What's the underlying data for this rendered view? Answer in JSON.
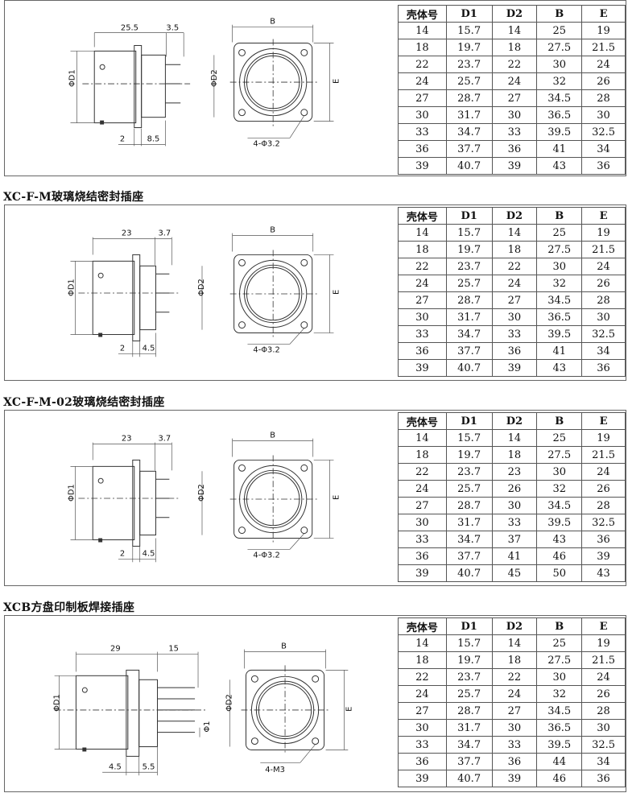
{
  "headers": [
    "壳体号",
    "D1",
    "D2",
    "B",
    "E"
  ],
  "sections": [
    {
      "title": "",
      "dims": {
        "length": "25.5",
        "pin": "3.5",
        "flange": "2",
        "tail": "8.5",
        "diam1": "ΦD1",
        "diam2": "ΦD2",
        "width": "B",
        "height": "E",
        "holes": "4-Φ3.2"
      },
      "rows": [
        [
          "14",
          "15.7",
          "14",
          "25",
          "19"
        ],
        [
          "18",
          "19.7",
          "18",
          "27.5",
          "21.5"
        ],
        [
          "22",
          "23.7",
          "22",
          "30",
          "24"
        ],
        [
          "24",
          "25.7",
          "24",
          "32",
          "26"
        ],
        [
          "27",
          "28.7",
          "27",
          "34.5",
          "28"
        ],
        [
          "30",
          "31.7",
          "30",
          "36.5",
          "30"
        ],
        [
          "33",
          "34.7",
          "33",
          "39.5",
          "32.5"
        ],
        [
          "36",
          "37.7",
          "36",
          "41",
          "34"
        ],
        [
          "39",
          "40.7",
          "39",
          "43",
          "36"
        ]
      ]
    },
    {
      "title": "XC-F-M玻璃烧结密封插座",
      "dims": {
        "length": "23",
        "pin": "3.7",
        "flange": "2",
        "tail": "4.5",
        "diam1": "ΦD1",
        "diam2": "ΦD2",
        "width": "B",
        "height": "E",
        "holes": "4-Φ3.2"
      },
      "rows": [
        [
          "14",
          "15.7",
          "14",
          "25",
          "19"
        ],
        [
          "18",
          "19.7",
          "18",
          "27.5",
          "21.5"
        ],
        [
          "22",
          "23.7",
          "22",
          "30",
          "24"
        ],
        [
          "24",
          "25.7",
          "24",
          "32",
          "26"
        ],
        [
          "27",
          "28.7",
          "27",
          "34.5",
          "28"
        ],
        [
          "30",
          "31.7",
          "30",
          "36.5",
          "30"
        ],
        [
          "33",
          "34.7",
          "33",
          "39.5",
          "32.5"
        ],
        [
          "36",
          "37.7",
          "36",
          "41",
          "34"
        ],
        [
          "39",
          "40.7",
          "39",
          "43",
          "36"
        ]
      ]
    },
    {
      "title": "XC-F-M-02玻璃烧结密封插座",
      "dims": {
        "length": "23",
        "pin": "3.7",
        "flange": "2",
        "tail": "4.5",
        "diam1": "ΦD1",
        "diam2": "ΦD2",
        "width": "B",
        "height": "E",
        "holes": "4-Φ3.2"
      },
      "rows": [
        [
          "14",
          "15.7",
          "14",
          "25",
          "19"
        ],
        [
          "18",
          "19.7",
          "18",
          "27.5",
          "21.5"
        ],
        [
          "22",
          "23.7",
          "23",
          "30",
          "24"
        ],
        [
          "24",
          "25.7",
          "26",
          "32",
          "26"
        ],
        [
          "27",
          "28.7",
          "30",
          "34.5",
          "28"
        ],
        [
          "30",
          "31.7",
          "33",
          "39.5",
          "32.5"
        ],
        [
          "33",
          "34.7",
          "37",
          "43",
          "36"
        ],
        [
          "36",
          "37.7",
          "41",
          "46",
          "39"
        ],
        [
          "39",
          "40.7",
          "45",
          "50",
          "43"
        ]
      ]
    },
    {
      "title": "XCB方盘印制板焊接插座",
      "dims": {
        "length": "29",
        "pin": "15",
        "flange": "4.5",
        "tail": "5.5",
        "diam1": "ΦD1",
        "diam2": "ΦD2",
        "width": "B",
        "height": "E",
        "holes": "4-M3",
        "pindia": "Φ1"
      },
      "rows": [
        [
          "14",
          "15.7",
          "14",
          "25",
          "19"
        ],
        [
          "18",
          "19.7",
          "18",
          "27.5",
          "21.5"
        ],
        [
          "22",
          "23.7",
          "22",
          "30",
          "24"
        ],
        [
          "24",
          "25.7",
          "24",
          "32",
          "26"
        ],
        [
          "27",
          "28.7",
          "27",
          "34.5",
          "28"
        ],
        [
          "30",
          "31.7",
          "30",
          "36.5",
          "30"
        ],
        [
          "33",
          "34.7",
          "33",
          "39.5",
          "32.5"
        ],
        [
          "36",
          "37.7",
          "36",
          "44",
          "34"
        ],
        [
          "39",
          "40.7",
          "39",
          "46",
          "36"
        ]
      ]
    }
  ]
}
